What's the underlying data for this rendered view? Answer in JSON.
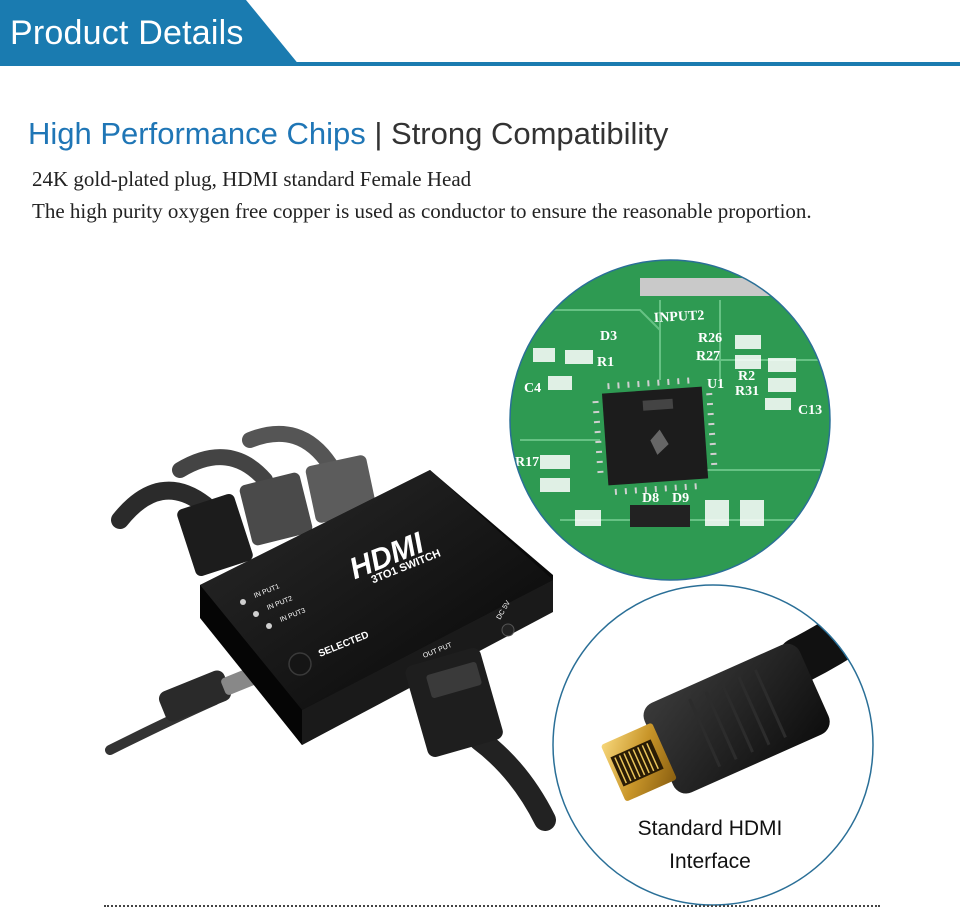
{
  "banner": {
    "title": "Product Details",
    "color": "#1a7bb0"
  },
  "heading": {
    "part1": "High Performance Chips",
    "separator": "|",
    "part2": "Strong Compatibility",
    "accent": "#1f76b6"
  },
  "description": {
    "line1": "24K gold-plated plug, HDMI standard Female Head",
    "line2": "The high purity oxygen free copper is used as conductor to ensure the reasonable proportion."
  },
  "device": {
    "logo": "HDMI",
    "model": "3TO1 SWITCH",
    "inputs": [
      "IN PUT1",
      "IN PUT2",
      "IN PUT3"
    ],
    "button_label": "SELECTED",
    "output_label": "OUT PUT",
    "power_label": "DC 5V"
  },
  "pcb": {
    "color": "#2e9a52",
    "labels": [
      "INPUT2",
      "R26",
      "R27",
      "D3",
      "R1",
      "C4",
      "U1",
      "R2",
      "R31",
      "C13",
      "R17",
      "D8",
      "D9"
    ]
  },
  "callout": {
    "line1": "Standard HDMI",
    "line2": "Interface"
  }
}
